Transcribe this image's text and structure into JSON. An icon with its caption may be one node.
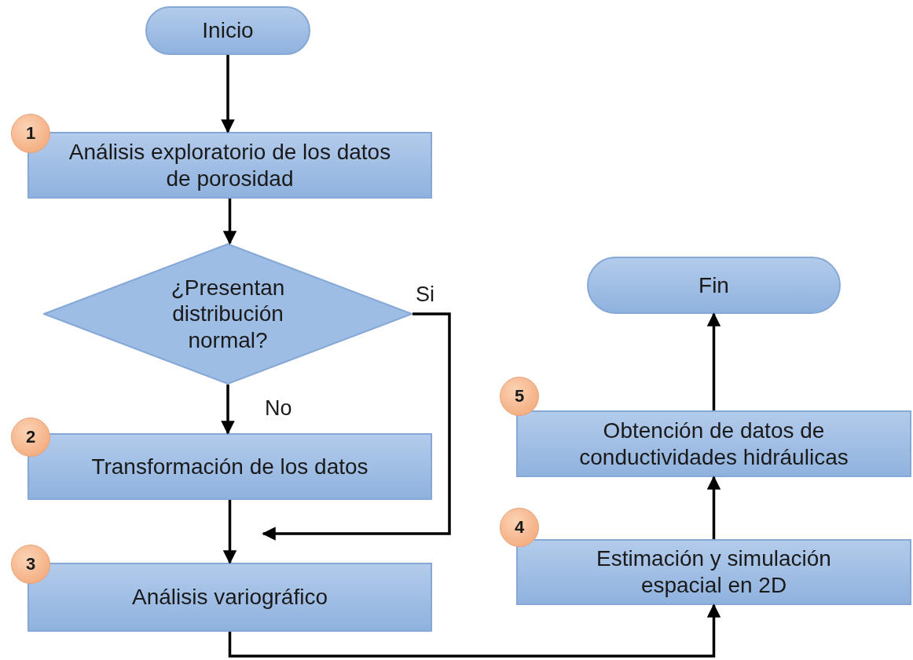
{
  "diagram": {
    "nodes": [
      {
        "text": [
          "Inicio"
        ]
      },
      {
        "text": [
          "1"
        ]
      },
      {
        "text": [
          "Análisis exploratorio de los datos de porosidad"
        ]
      },
      {
        "text": [
          "¿Presentan distribución normal?"
        ]
      },
      {
        "text": [
          "2"
        ]
      },
      {
        "text": [
          "Transformación de los datos"
        ]
      },
      {
        "text": [
          "3"
        ]
      },
      {
        "text": [
          "Análisis variográfico"
        ]
      },
      {
        "text": [
          "Fin"
        ]
      },
      {
        "text": [
          "5"
        ]
      },
      {
        "text": [
          "Obtención de datos de conductividades hidráulicas"
        ]
      },
      {
        "text": [
          "4"
        ]
      },
      {
        "text": [
          "Estimación y simulación espacial en 2D"
        ]
      }
    ],
    "edges": [
      {
        "from": 0,
        "to": 2,
        "arrow": "to"
      },
      {
        "from": 2,
        "to": 3,
        "arrow": "to"
      },
      {
        "from": 3,
        "to": 5,
        "arrow": "to",
        "label": "No"
      },
      {
        "from": 3,
        "to": 7,
        "arrow": "to",
        "label": "Si"
      },
      {
        "from": 5,
        "to": 7,
        "arrow": "to"
      },
      {
        "from": 7,
        "to": 12,
        "arrow": "to"
      },
      {
        "from": 12,
        "to": 10,
        "arrow": "to"
      },
      {
        "from": 10,
        "to": 8,
        "arrow": "to"
      }
    ]
  }
}
